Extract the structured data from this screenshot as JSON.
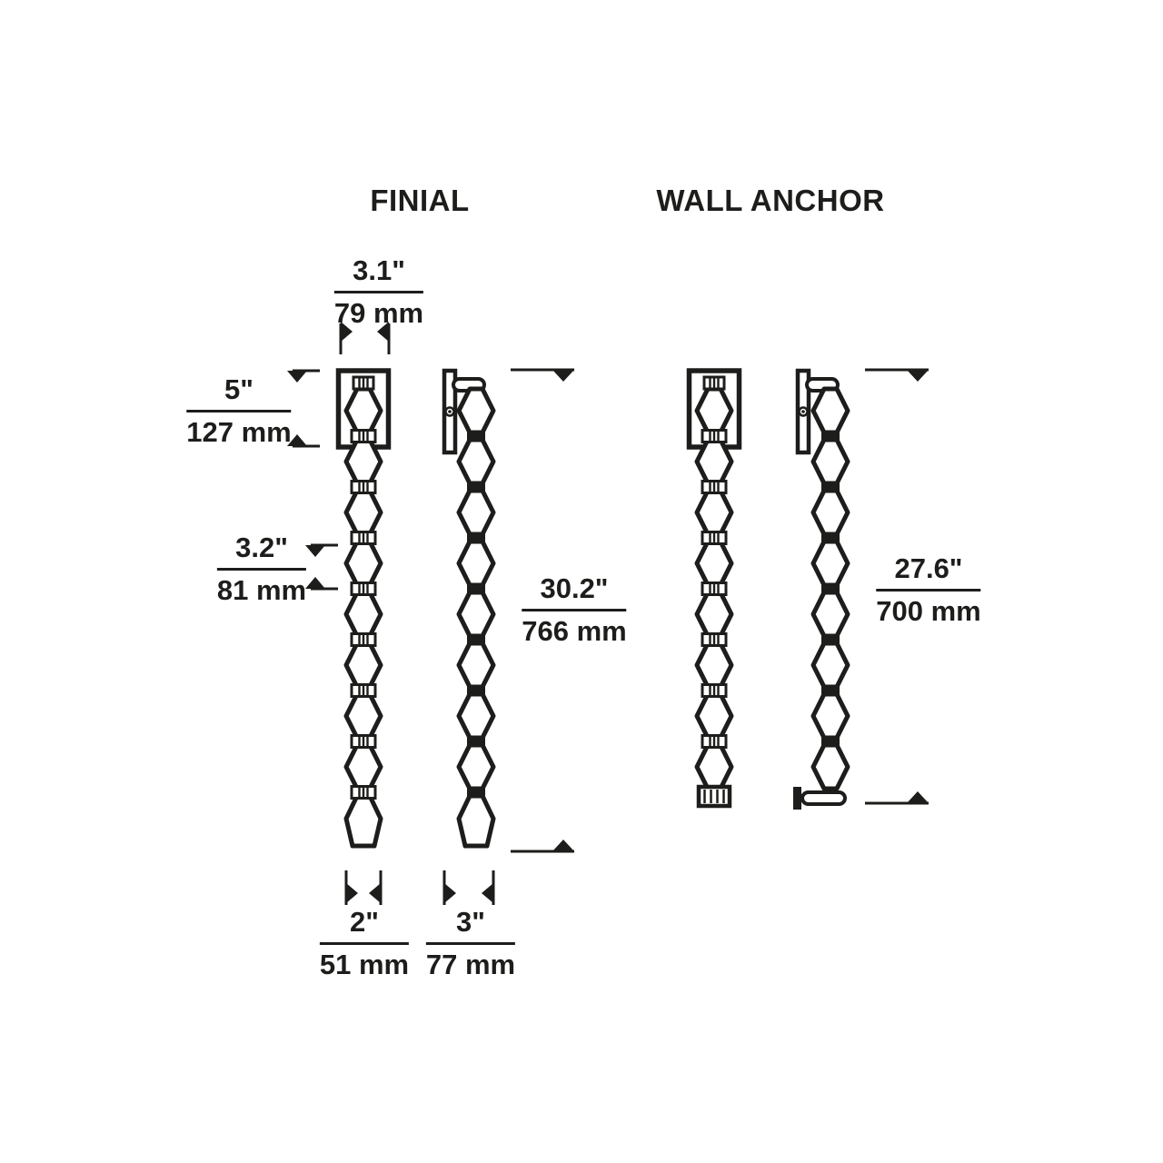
{
  "page": {
    "background": "#ffffff"
  },
  "colors": {
    "ink": "#1d1d1b"
  },
  "titles": {
    "finial": "FINIAL",
    "wall_anchor": "WALL ANCHOR"
  },
  "dimensions": {
    "backplate_width": {
      "inches": "3.1\"",
      "mm": "79 mm"
    },
    "backplate_height": {
      "inches": "5\"",
      "mm": "127 mm"
    },
    "link_height": {
      "inches": "3.2\"",
      "mm": "81 mm"
    },
    "finial_overall": {
      "inches": "30.2\"",
      "mm": "766 mm"
    },
    "anchor_overall": {
      "inches": "27.6\"",
      "mm": "700 mm"
    },
    "chain_width": {
      "inches": "2\"",
      "mm": "51 mm"
    },
    "depth": {
      "inches": "3\"",
      "mm": "77 mm"
    }
  }
}
